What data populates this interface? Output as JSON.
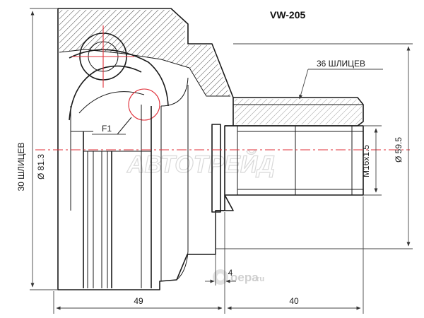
{
  "drawing": {
    "part_number": "VW-205",
    "left_splines": "30 ШЛИЦЕВ",
    "left_diameter": "Ø 81.3",
    "right_splines": "36 ШЛИЦЕВ",
    "right_diameter": "Ø 59.5",
    "thread": "M16x1.5",
    "flange_label": "F1",
    "dim_body_length": "49",
    "dim_shaft_length": "40",
    "dim_gap": "4",
    "watermark_main": "АВТОТРЕЙД",
    "watermark_brand": "oepa",
    "watermark_domain": ".ru"
  },
  "colors": {
    "outline": "#1a1a1a",
    "centerline": "#e0303a",
    "watermark": "#d0d0d0"
  }
}
